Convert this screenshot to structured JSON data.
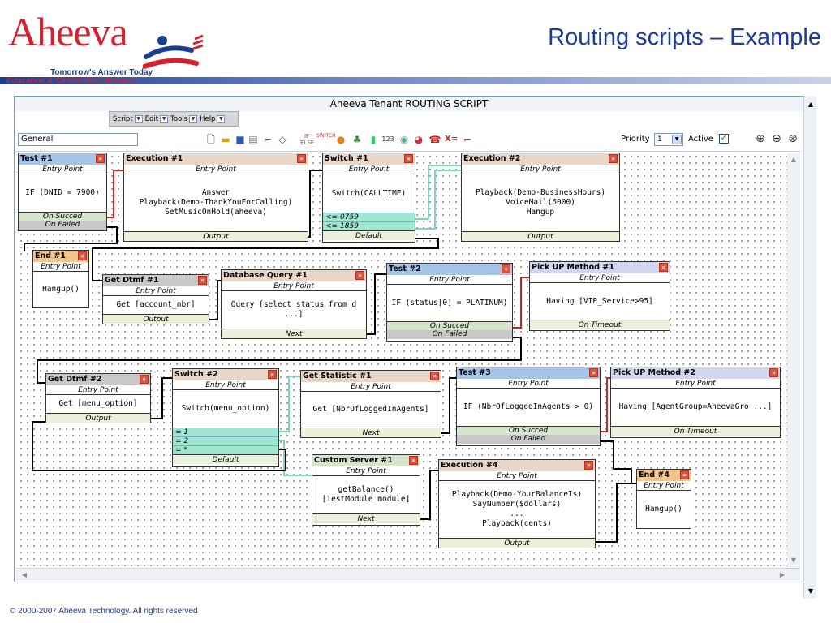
{
  "header": {
    "logo_text": "Aheeva",
    "logo_tagline": "Tomorrow's Answer Today",
    "edu_banner": "Education & Certification Services",
    "slide_title": "Routing scripts – Example"
  },
  "footer": {
    "copyright": "© 2000-2007 Aheeva Technology. All rights reserved"
  },
  "window": {
    "title": "Aheeva Tenant ROUTING SCRIPT"
  },
  "menu": {
    "items": [
      {
        "label": "Script"
      },
      {
        "label": "Edit"
      },
      {
        "label": "Tools"
      },
      {
        "label": "Help"
      }
    ]
  },
  "toolbar": {
    "script_name": "General",
    "priority_label": "Priority",
    "priority_value": "1",
    "active_label": "Active",
    "active_checked": true,
    "icons": [
      "new-file-icon",
      "open-folder-icon",
      "save-icon",
      "paste-icon",
      "connector-icon",
      "eraser-icon",
      "if-else-icon",
      "switch-icon",
      "user-icon",
      "users-icon",
      "document-icon",
      "numbers-icon",
      "database-icon",
      "pie-chart-icon",
      "phone-icon",
      "x-equals-icon",
      "flow-icon"
    ],
    "zoom": [
      "zoom-in-icon",
      "zoom-out-icon",
      "zoom-fit-icon"
    ]
  },
  "labels": {
    "entry": "Entry Point",
    "output": "Output",
    "next": "Next",
    "default": "Default",
    "on_succeed": "On Succed",
    "on_failed": "On Failed",
    "on_timeout": "On Timeout"
  },
  "nodes": {
    "test1": {
      "title": "Test #1",
      "body": "IF (DNID = 7900)"
    },
    "exec1": {
      "title": "Execution #1",
      "lines": [
        "Answer",
        "Playback(Demo-ThankYouForCalling)",
        "SetMusicOnHold(aheeva)"
      ]
    },
    "switch1": {
      "title": "Switch #1",
      "body": "Switch(CALLTIME)",
      "cases": [
        "<= 0759",
        "<= 1859"
      ]
    },
    "exec2": {
      "title": "Execution #2",
      "lines": [
        "Playback(Demo-BusinessHours)",
        "VoiceMail(6000)",
        "Hangup"
      ]
    },
    "end1": {
      "title": "End #1",
      "body": "Hangup()"
    },
    "dtmf1": {
      "title": "Get Dtmf #1",
      "body": "Get [account_nbr]"
    },
    "dbq1": {
      "title": "Database Query #1",
      "body": "Query [select status from d ...]"
    },
    "test2": {
      "title": "Test #2",
      "body": "IF (status[0] = PLATINUM)"
    },
    "pick1": {
      "title": "Pick UP Method #1",
      "body": "Having [VIP_Service>95]"
    },
    "dtmf2": {
      "title": "Get Dtmf #2",
      "body": "Get [menu_option]"
    },
    "switch2": {
      "title": "Switch #2",
      "body": "Switch(menu_option)",
      "cases": [
        "= 1",
        "= 2",
        "= *"
      ]
    },
    "stat1": {
      "title": "Get Statistic #1",
      "body": "Get [NbrOfLoggedInAgents]"
    },
    "test3": {
      "title": "Test #3",
      "body": "IF (NbrOfLoggedInAgents > 0)"
    },
    "pick2": {
      "title": "Pick UP Method #2",
      "body": "Having [AgentGroup=AheevaGro ...]"
    },
    "custom1": {
      "title": "Custom Server #1",
      "lines": [
        "getBalance()",
        "[TestModule module]"
      ]
    },
    "exec4": {
      "title": "Execution #4",
      "lines": [
        "Playback(Demo-YourBalanceIs)",
        "SayNumber($dollars)",
        "...",
        "Playback(cents)"
      ]
    },
    "end4": {
      "title": "End #4",
      "body": "Hangup()"
    }
  },
  "colors": {
    "title_blue": "#1c3aa0",
    "logo_red": "#d4232e",
    "wire_black": "#000000",
    "wire_red": "#d42020",
    "wire_teal": "#7fd4bc"
  }
}
